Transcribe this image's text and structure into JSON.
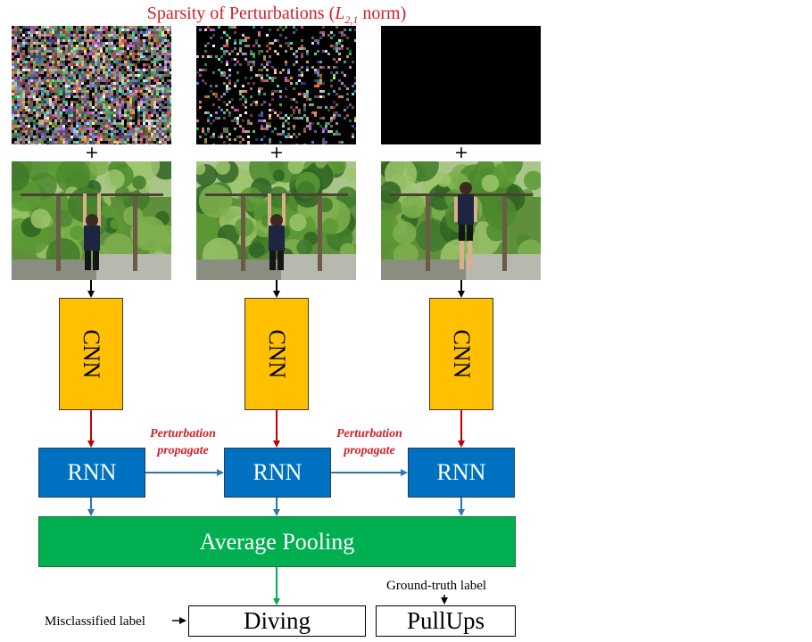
{
  "title": {
    "main": "Sparsity of Perturbations (",
    "norm_symbol": "L",
    "norm_sub": "2,1",
    "suffix": " norm)"
  },
  "plus_sign": "+",
  "perturbation_panels": [
    {
      "density": "dense"
    },
    {
      "density": "sparse"
    },
    {
      "density": "none"
    }
  ],
  "frames": [
    {
      "scene": "person-hanging-on-bar"
    },
    {
      "scene": "person-hanging-on-bar"
    },
    {
      "scene": "person-standing-under-bar"
    }
  ],
  "cnn_label": "CNN",
  "rnn_label": "RNN",
  "propagate_label": {
    "line1": "Perturbation",
    "line2": "propagate"
  },
  "pooling_label": "Average Pooling",
  "misclassified": {
    "note": "Misclassified label",
    "value": "Diving"
  },
  "ground_truth": {
    "note": "Ground-truth label",
    "value": "PullUps"
  },
  "colors": {
    "title": "#d0202a",
    "cnn": "#ffc000",
    "rnn": "#0070c0",
    "pooling": "#00b050",
    "cnn_to_rnn_arrow": "#c00000",
    "rnn_arrow": "#2e75b6",
    "pool_arrow": "#00b050"
  }
}
